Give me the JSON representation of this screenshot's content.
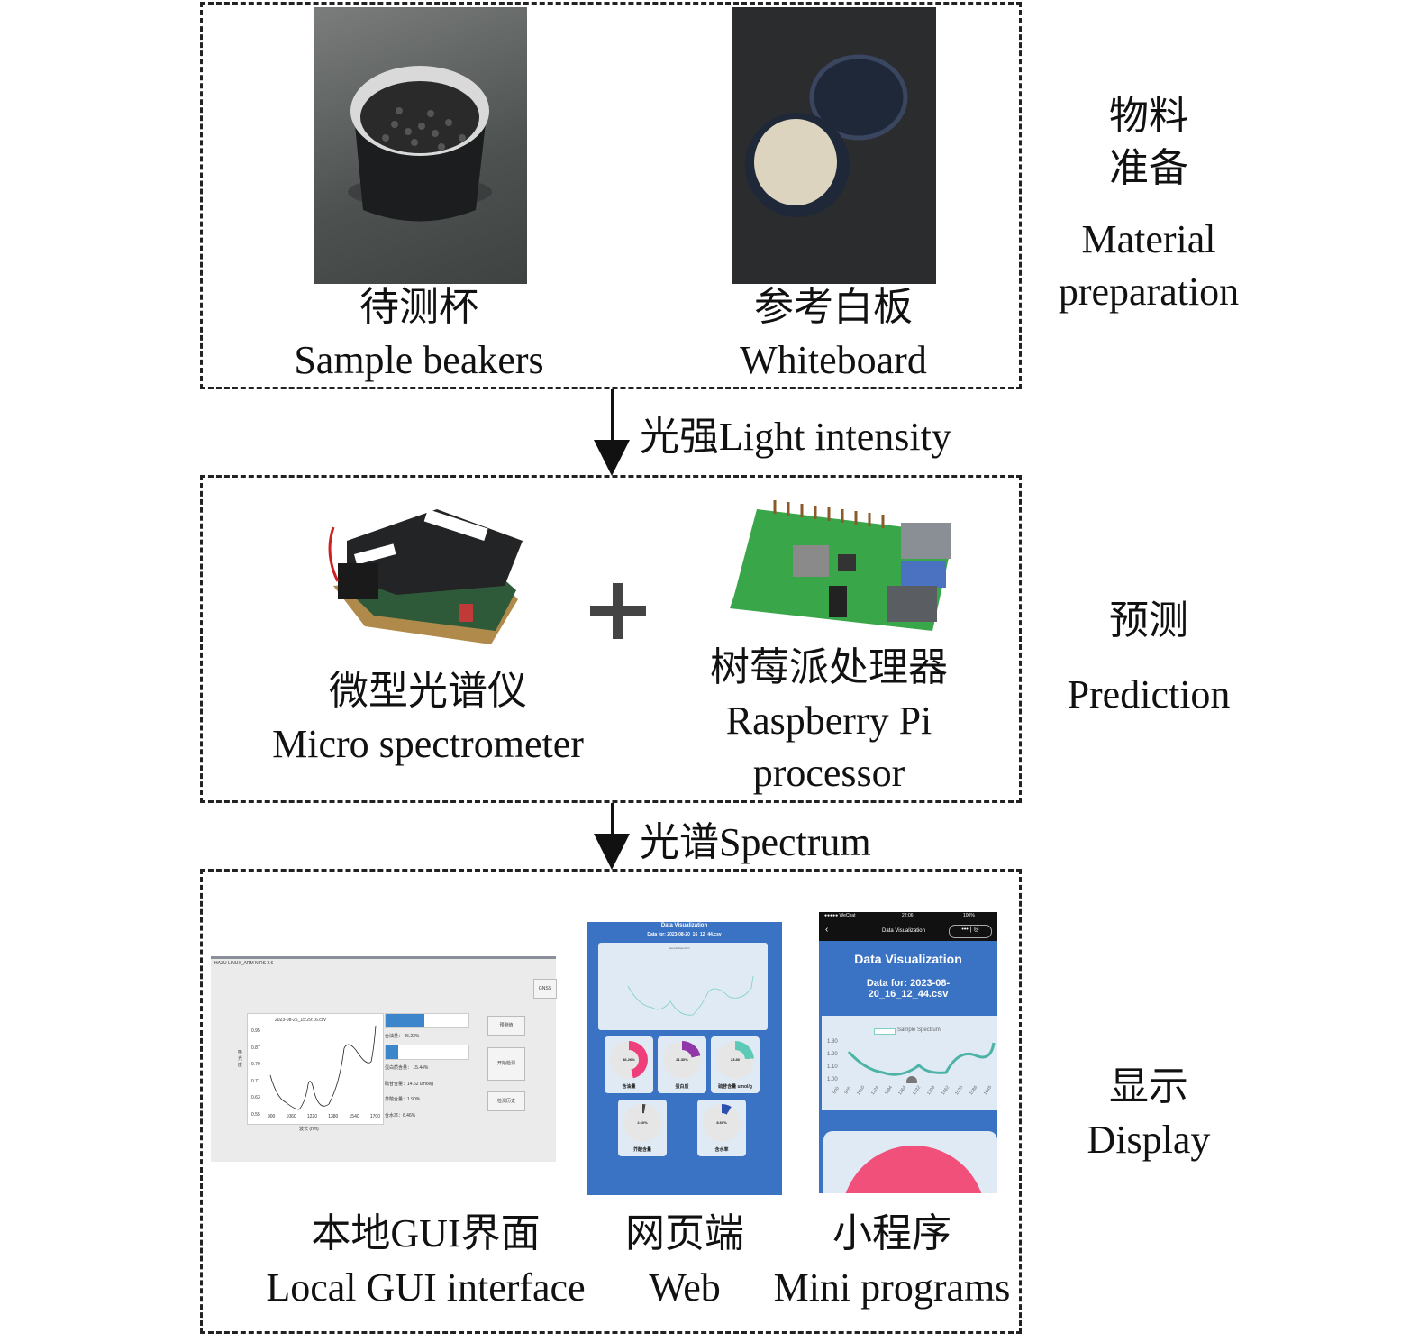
{
  "sections": {
    "material": {
      "side_cn": "物料\n准备",
      "side_en": "Material preparation",
      "items": [
        {
          "cn": "待测杯",
          "en": "Sample beakers"
        },
        {
          "cn": "参考白板",
          "en": "Whiteboard"
        }
      ]
    },
    "prediction": {
      "side_cn": "预测",
      "side_en": "Prediction",
      "items": [
        {
          "cn": "微型光谱仪",
          "en": "Micro spectrometer"
        },
        {
          "cn": "树莓派处理器",
          "en": "Raspberry Pi processor"
        }
      ],
      "plus": "+"
    },
    "display": {
      "side_cn": "显示",
      "side_en": "Display",
      "items": [
        {
          "cn": "本地GUI界面",
          "en": "Local GUI interface"
        },
        {
          "cn": "网页端",
          "en": "Web"
        },
        {
          "cn": "小程序",
          "en": "Mini programs"
        }
      ]
    }
  },
  "arrows": [
    {
      "label": "光强Light intensity"
    },
    {
      "label": "光谱Spectrum"
    }
  ],
  "gui": {
    "menu": "HAZU   LINUX_ARM   NIRS   2.6",
    "gnss": "GNSS",
    "file": "2023-08-26_15:29:16.csv",
    "yticks": [
      "0.95",
      "0.87",
      "0.79",
      "0.71",
      "0.63",
      "0.55"
    ],
    "xticks": [
      "900",
      "1060",
      "1220",
      "1380",
      "1540",
      "1700"
    ],
    "ylabel": "吸光度",
    "xlabel": "波长 (nm)",
    "oil": "含油量： 46.23%",
    "oil_pct": 46.23,
    "protein": "蛋白质含量： 15.44%",
    "protein_pct": 15.44,
    "glucoside": "硫苷含量：14.62 umol/g",
    "erucic": "芥酸含量：1.90%",
    "moisture": "含水率：6.46%",
    "buttons": [
      "预测值",
      "开始检测",
      "检测历史"
    ]
  },
  "web": {
    "title": "Data Visualization",
    "subtitle": "Data for: 2023-08-20_16_12_44.csv",
    "legend": "Sample Spectrum",
    "cards": [
      {
        "value": "46.26%",
        "label": "含油量",
        "fraction": 0.4626,
        "color": "#ee3f7a"
      },
      {
        "value": "21.30%",
        "label": "蛋白质",
        "fraction": 0.213,
        "color": "#9036a8"
      },
      {
        "value": "23.80",
        "label": "硫苷含量 umol/g",
        "fraction": 0.238,
        "color": "#5fc9b8"
      },
      {
        "value": "2.60%",
        "label": "芥酸含量",
        "fraction": 0.026,
        "color": "#444444"
      },
      {
        "value": "8.60%",
        "label": "含水率",
        "fraction": 0.086,
        "color": "#2d4fb0"
      }
    ]
  },
  "mini": {
    "status_left": "●●●●● WeChat",
    "status_time": "22:06",
    "status_right": "100%",
    "nav_title": "Data Visualization",
    "title": "Data Visualization",
    "subtitle": "Data for: 2023-08-20_16_12_44.csv",
    "legend": "Sample Spectrum",
    "yticks": [
      "1.30",
      "1.20",
      "1.10",
      "1.00"
    ],
    "xticks": [
      "900",
      "976",
      "1050",
      "1124",
      "1194",
      "1264",
      "1332",
      "1398",
      "1462",
      "1525",
      "1586",
      "1645"
    ]
  }
}
